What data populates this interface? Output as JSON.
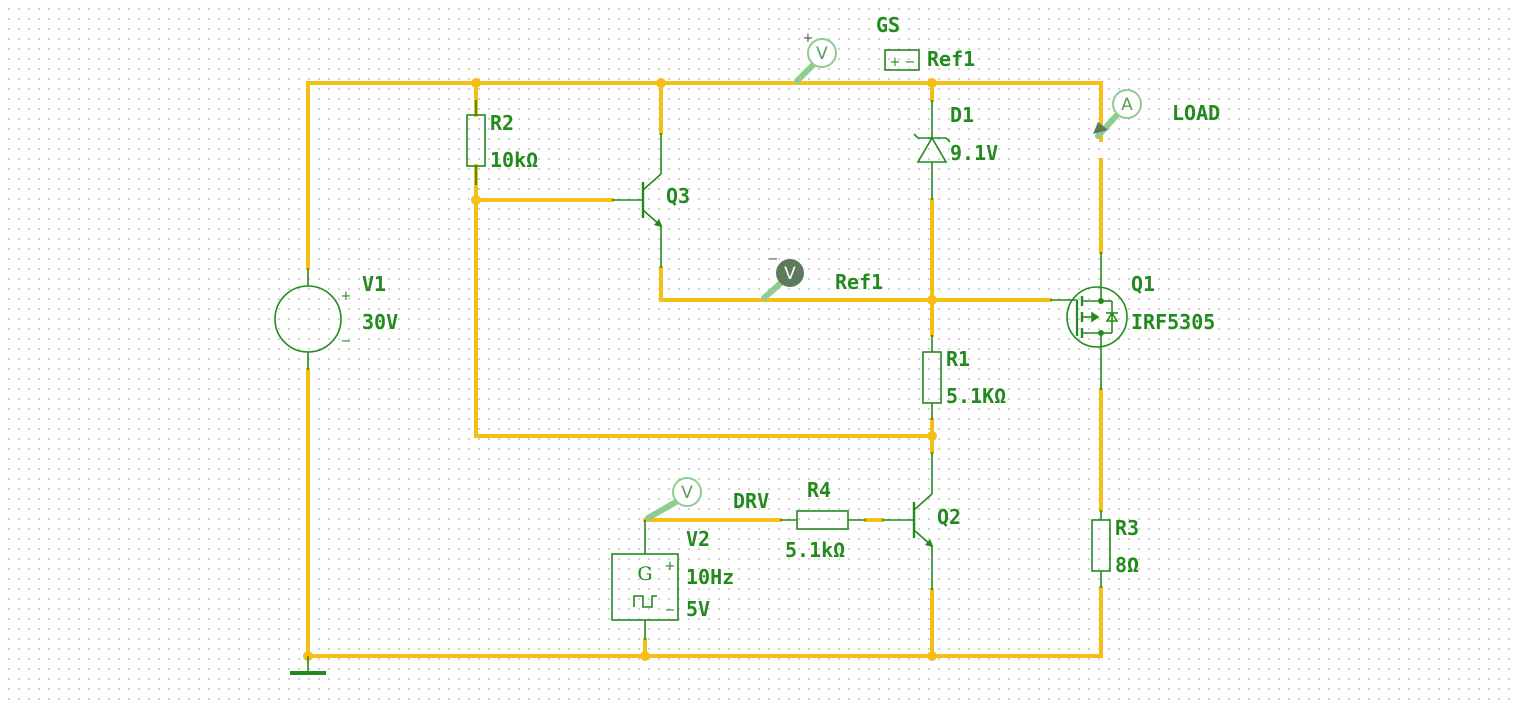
{
  "colors": {
    "wire": "#f5bf16",
    "component": "#238a1e",
    "probe_light": "#8fcc8f",
    "probe_dark": "#5c7a5c"
  },
  "probes": {
    "gs": {
      "label": "GS",
      "ref": "Ref1",
      "pos_sign": "+",
      "letter": "V"
    },
    "ref1": {
      "label": "Ref1",
      "neg_sign": "−",
      "letter": "V"
    },
    "load": {
      "label": "LOAD",
      "letter": "A"
    },
    "drv": {
      "label": "DRV",
      "letter": "V"
    }
  },
  "components": {
    "v1": {
      "name": "V1",
      "value": "30V",
      "plus": "+",
      "minus": "−"
    },
    "v2": {
      "name": "V2",
      "freq": "10Hz",
      "amp": "5V",
      "letter": "G",
      "plus": "+",
      "minus": "−"
    },
    "r1": {
      "name": "R1",
      "value": "5.1KΩ"
    },
    "r2": {
      "name": "R2",
      "value": "10kΩ"
    },
    "r3": {
      "name": "R3",
      "value": "8Ω"
    },
    "r4": {
      "name": "R4",
      "value": "5.1kΩ"
    },
    "d1": {
      "name": "D1",
      "value": "9.1V"
    },
    "q1": {
      "name": "Q1",
      "value": "IRF5305"
    },
    "q2": {
      "name": "Q2"
    },
    "q3": {
      "name": "Q3"
    }
  }
}
